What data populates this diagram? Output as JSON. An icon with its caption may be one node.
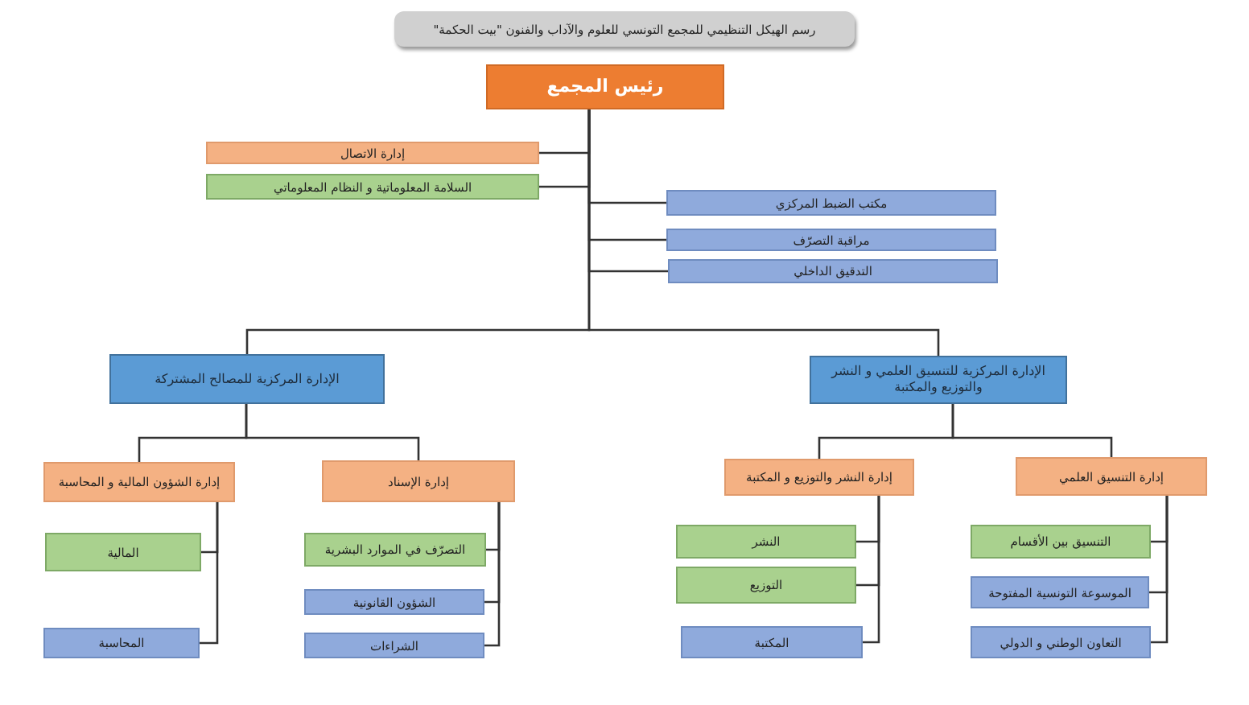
{
  "diagram": {
    "title": "رسم الهيكل التنظيمي للمجمع التونسي للعلوم والآداب والفنون \"بيت الحكمة\"",
    "nodes": [
      {
        "text": [
          "رئيس المجمع"
        ]
      },
      {
        "text": [
          "إدارة الاتصال"
        ]
      },
      {
        "text": [
          "السلامة المعلوماتية و النظام المعلوماتي"
        ]
      },
      {
        "text": [
          "مكتب الضبط المركزي"
        ]
      },
      {
        "text": [
          "مراقبة التصرّف"
        ]
      },
      {
        "text": [
          "التدقيق الداخلي"
        ]
      },
      {
        "text": [
          "الإدارة المركزية للمصالح المشتركة"
        ]
      },
      {
        "text": [
          "الإدارة المركزية للتنسيق العلمي و النشر والتوزيع والمكتبة"
        ]
      },
      {
        "text": [
          "إدارة الشؤون المالية و المحاسبة"
        ]
      },
      {
        "text": [
          "إدارة الإسناد"
        ]
      },
      {
        "text": [
          "المالية"
        ]
      },
      {
        "text": [
          "المحاسبة"
        ]
      },
      {
        "text": [
          "التصرّف في الموارد البشرية"
        ]
      },
      {
        "text": [
          "الشؤون القانونية"
        ]
      },
      {
        "text": [
          "الشراءات"
        ]
      },
      {
        "text": [
          "إدارة النشر والتوزيع و المكتبة"
        ]
      },
      {
        "text": [
          "إدارة التنسيق العلمي"
        ]
      },
      {
        "text": [
          "النشر"
        ]
      },
      {
        "text": [
          "التوزيع"
        ]
      },
      {
        "text": [
          "المكتبة"
        ]
      },
      {
        "text": [
          "التنسيق بين الأقسام"
        ]
      },
      {
        "text": [
          "الموسوعة التونسية المفتوحة"
        ]
      },
      {
        "text": [
          "التعاون الوطني و الدولي"
        ]
      }
    ],
    "edges": [
      {
        "from": 0,
        "to": 1,
        "arrow": "none"
      },
      {
        "from": 0,
        "to": 2,
        "arrow": "none"
      },
      {
        "from": 0,
        "to": 3,
        "arrow": "none"
      },
      {
        "from": 0,
        "to": 4,
        "arrow": "none"
      },
      {
        "from": 0,
        "to": 5,
        "arrow": "none"
      },
      {
        "from": 0,
        "to": 6,
        "arrow": "none"
      },
      {
        "from": 0,
        "to": 7,
        "arrow": "none"
      },
      {
        "from": 6,
        "to": 8,
        "arrow": "none"
      },
      {
        "from": 6,
        "to": 9,
        "arrow": "none"
      },
      {
        "from": 8,
        "to": 10,
        "arrow": "none"
      },
      {
        "from": 8,
        "to": 11,
        "arrow": "none"
      },
      {
        "from": 9,
        "to": 12,
        "arrow": "none"
      },
      {
        "from": 9,
        "to": 13,
        "arrow": "none"
      },
      {
        "from": 9,
        "to": 14,
        "arrow": "none"
      },
      {
        "from": 7,
        "to": 15,
        "arrow": "none"
      },
      {
        "from": 7,
        "to": 16,
        "arrow": "none"
      },
      {
        "from": 15,
        "to": 17,
        "arrow": "none"
      },
      {
        "from": 15,
        "to": 18,
        "arrow": "none"
      },
      {
        "from": 15,
        "to": 19,
        "arrow": "none"
      },
      {
        "from": 16,
        "to": 20,
        "arrow": "none"
      },
      {
        "from": 16,
        "to": 21,
        "arrow": "none"
      },
      {
        "from": 16,
        "to": 22,
        "arrow": "none"
      }
    ]
  }
}
